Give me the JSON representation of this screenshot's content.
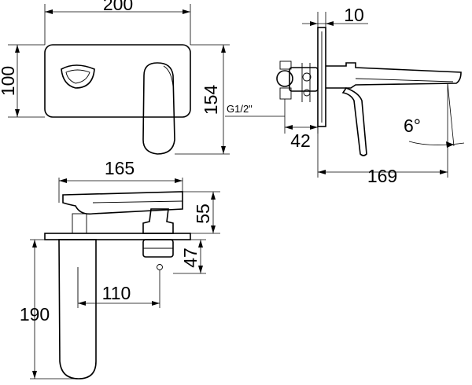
{
  "dimensions": {
    "plate_width": "200",
    "plate_height": "100",
    "overall_height": "154",
    "plate_thickness": "10",
    "thread_spec": "G1/2\"",
    "body_depth": "42",
    "spout_reach": "169",
    "spout_angle": "6°",
    "top_length": "165",
    "top_offset": "55",
    "top_section": "47",
    "spout_projection": "110",
    "spout_length": "190"
  }
}
